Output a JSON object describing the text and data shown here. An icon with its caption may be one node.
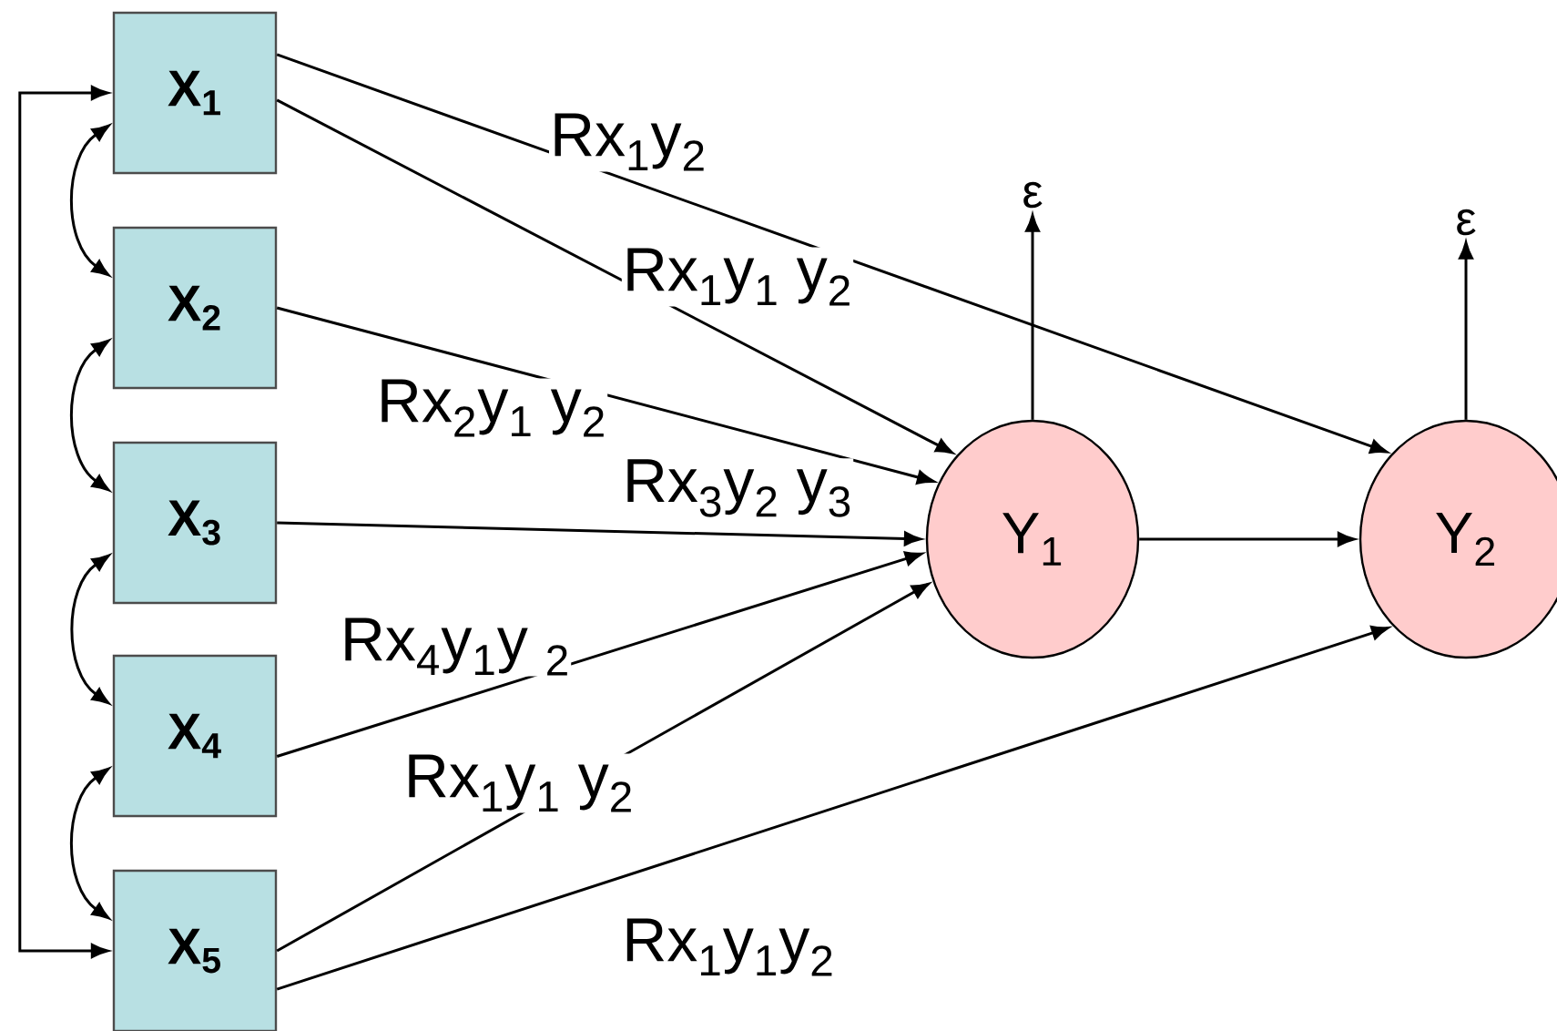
{
  "diagram": {
    "nodes": [
      {
        "text": [
          "X$_{1}$"
        ]
      },
      {
        "text": [
          "X$_{2}$"
        ]
      },
      {
        "text": [
          "X$_{3}$"
        ]
      },
      {
        "text": [
          "X$_{4}$"
        ]
      },
      {
        "text": [
          "X$_{5}$"
        ]
      },
      {
        "text": [
          "Y$_{1}$"
        ]
      },
      {
        "text": [
          "Y$_{2}$"
        ]
      },
      {
        "text": [
          "ε"
        ]
      },
      {
        "text": [
          "ε"
        ]
      }
    ],
    "edges": [
      {
        "from": 0,
        "to": 6,
        "arrow": "to",
        "label": "Rx$_{1}$y$_{2}$"
      },
      {
        "from": 0,
        "to": 5,
        "arrow": "to",
        "label": "Rx$_{1}$y$_{1}$ y$_{2}$"
      },
      {
        "from": 1,
        "to": 5,
        "arrow": "to",
        "label": "Rx$_{2}$y$_{1}$ y$_{2}$"
      },
      {
        "from": 2,
        "to": 5,
        "arrow": "to",
        "label": "Rx$_{3}$y$_{2}$ y$_{3}$"
      },
      {
        "from": 3,
        "to": 5,
        "arrow": "to",
        "label": "Rx$_{4}$y$_{1}$y $_{2}$"
      },
      {
        "from": 4,
        "to": 5,
        "arrow": "to",
        "label": "Rx$_{1}$y$_{1}$ y$_{2}$"
      },
      {
        "from": 4,
        "to": 6,
        "arrow": "to",
        "label": "Rx$_{1}$y$_{1}$y$_{2}$"
      },
      {
        "from": 5,
        "to": 6,
        "arrow": "to"
      },
      {
        "from": 5,
        "to": 7,
        "arrow": "to"
      },
      {
        "from": 6,
        "to": 8,
        "arrow": "to"
      },
      {
        "from": 0,
        "to": 1,
        "arrow": "both"
      },
      {
        "from": 1,
        "to": 2,
        "arrow": "both"
      },
      {
        "from": 2,
        "to": 3,
        "arrow": "both"
      },
      {
        "from": 3,
        "to": 4,
        "arrow": "both"
      },
      {
        "from": 0,
        "to": 4,
        "arrow": "both"
      }
    ]
  }
}
